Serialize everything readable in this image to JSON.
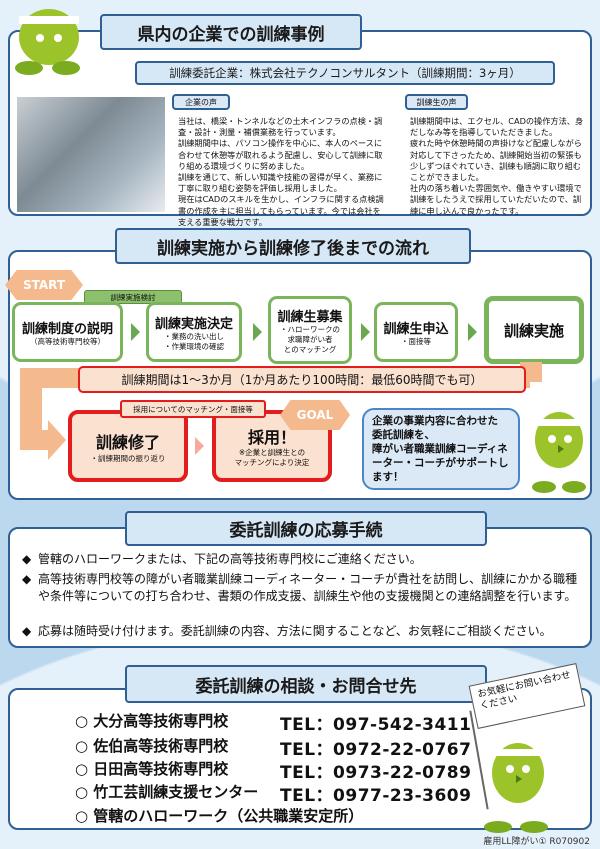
{
  "section1": {
    "title": "県内の企業での訓練事例",
    "company": "訓練委託企業：株式会社テクノコンサルタント（訓練期間：3ヶ月）",
    "company_voice_label": "企業の声",
    "company_voice": "当社は、橋梁・トンネルなどの土木インフラの点検・調査・設計・測量・補償業務を行っています。\n訓練期間中は、パソコン操作を中心に、本人のペースに合わせて休憩等が取れるよう配慮し、安心して訓練に取り組める環境づくりに努めました。\n訓練を通じて、新しい知識や技能の習得が早く、業務に丁寧に取り組む姿勢を評価し採用しました。\n現在はCADのスキルを生かし、インフラに関する点検調書の作成を主に担当してもらっています。今では会社を支える重要な戦力です。",
    "trainee_voice_label": "訓練生の声",
    "trainee_voice": "訓練期間中は、エクセル、CADの操作方法、身だしなみ等を指導していただきました。\n疲れた時や休憩時間の声掛けなど配慮しながら対応して下さったため、訓練開始当初の緊張も少しずつほぐれていき、訓練も順調に取り組むことができました。\n社内の落ち着いた雰囲気や、働きやすい環境で訓練をしたうえで採用していただいたので、訓練に申し込んで良かったです。"
  },
  "section2": {
    "title": "訓練実施から訓練修了後までの流れ",
    "start": "START",
    "goal": "GOAL",
    "review_tag": "訓練実施検討",
    "steps": [
      {
        "title": "訓練制度の説明",
        "sub": "（高等技術専門校等）"
      },
      {
        "title": "訓練実施決定",
        "sub": "・業務の洗い出し\n・作業環境の確認"
      },
      {
        "title": "訓練生募集",
        "sub": "・ハローワークの\n求職障がい者\nとのマッチング"
      },
      {
        "title": "訓練生申込",
        "sub": "・面接等"
      },
      {
        "title": "訓練実施",
        "sub": ""
      }
    ],
    "period": "訓練期間は1～3か月（1か月あたり100時間：最低60時間でも可）",
    "matching_tag": "採用についてのマッチング・面接等",
    "complete": {
      "title": "訓練修了",
      "sub": "・訓練期間の振り返り"
    },
    "hire": {
      "title": "採用！",
      "sub": "※企業と訓練生との\nマッチングにより決定"
    },
    "bubble": "企業の事業内容に合わせた\n委託訓練を、\n障がい者職業訓練コーディネーター・コーチがサポートします！"
  },
  "section3": {
    "title": "委託訓練の応募手続",
    "bullets": [
      "管轄のハローワークまたは、下記の高等技術専門校にご連絡ください。",
      "高等技術専門校等の障がい者職業訓練コーディネーター・コーチが貴社を訪問し、訓練にかかる職種や条件等についての打ち合わせ、書類の作成支援、訓練生や他の支援機関との連絡調整を行います。",
      "応募は随時受け付けます。委託訓練の内容、方法に関することなど、お気軽にご相談ください。"
    ]
  },
  "section4": {
    "title": "委託訓練の相談・お問合せ先",
    "flag": "お気軽にお問い合わせください",
    "contacts": [
      {
        "name": "○ 大分高等技術専門校",
        "tel": "TEL：097-542-3411"
      },
      {
        "name": "○ 佐伯高等技術専門校",
        "tel": "TEL：0972-22-0767"
      },
      {
        "name": "○ 日田高等技術専門校",
        "tel": "TEL：0973-22-0789"
      },
      {
        "name": "○ 竹工芸訓練支援センター",
        "tel": "TEL：0977-23-3609"
      },
      {
        "name": "○ 管轄のハローワーク（公共職業安定所）",
        "tel": ""
      }
    ]
  },
  "footer": "雇用LL障がい① R070902"
}
